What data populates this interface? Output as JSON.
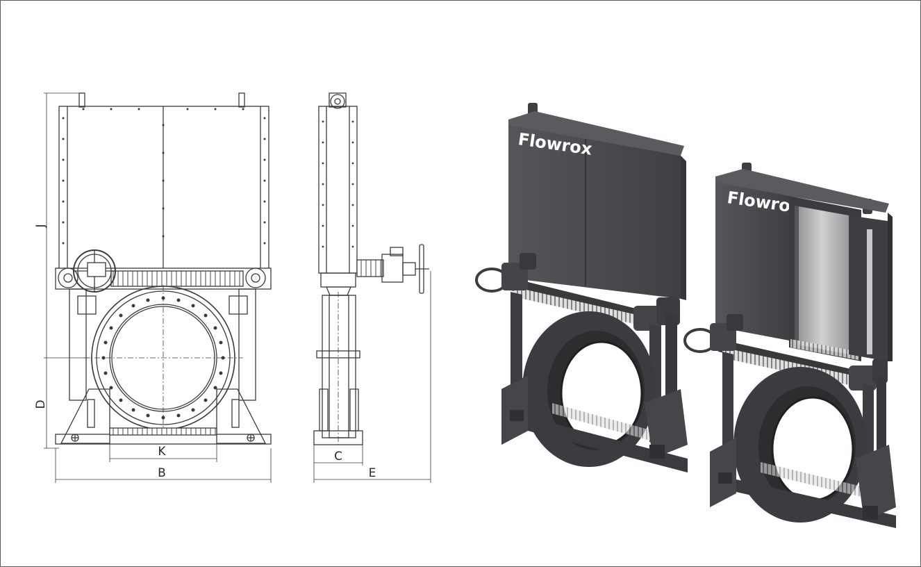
{
  "figure": {
    "front_view": {
      "dimensions": {
        "J": "J",
        "D": "D",
        "K": "K",
        "B": "B"
      }
    },
    "side_view": {
      "dimensions": {
        "C": "C",
        "E": "E"
      }
    },
    "renders": [
      {
        "variant": "closed",
        "brand": "Flowrox"
      },
      {
        "variant": "open",
        "brand": "Flowrox"
      }
    ],
    "colors": {
      "line": "#3a3a3a",
      "body": "#4a4b4d",
      "body_dark": "#343537",
      "body_light": "#626366",
      "spring": "#cfcfcf"
    }
  }
}
